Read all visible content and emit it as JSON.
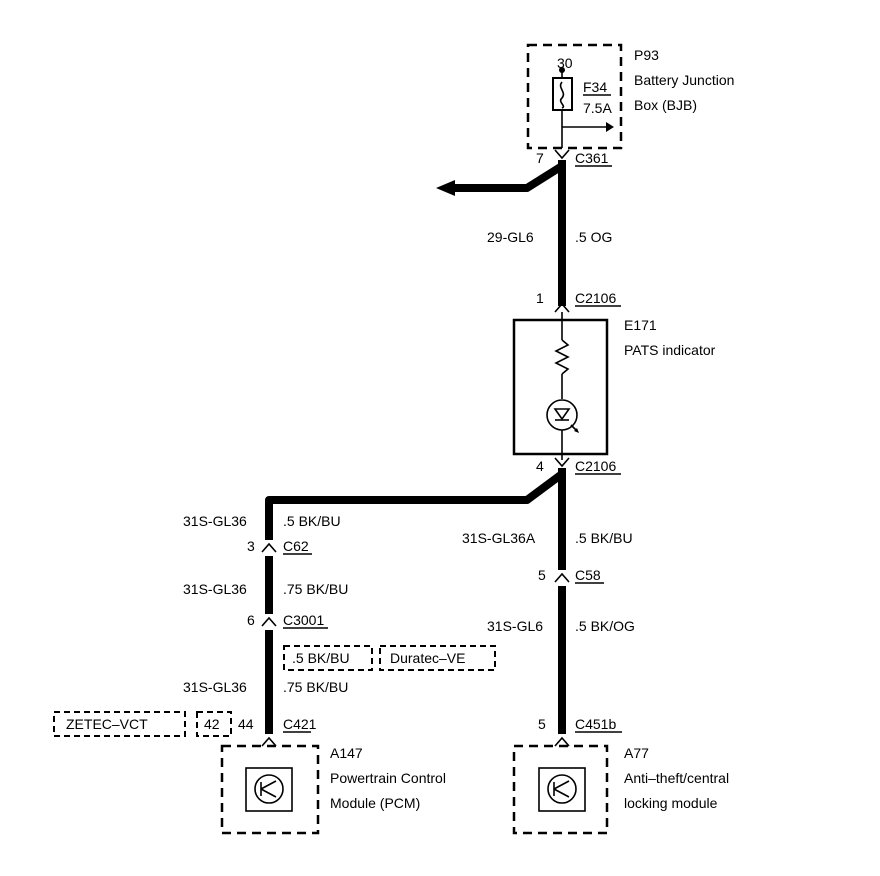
{
  "bjb": {
    "ref": "P93",
    "name_line1": "Battery Junction",
    "name_line2": "Box (BJB)",
    "terminal": "30",
    "fuse": "F34",
    "rating": "7.5A"
  },
  "c361": {
    "pin": "7",
    "connector": "C361"
  },
  "wire_top": {
    "circuit": "29-GL6",
    "spec": ".5 OG"
  },
  "c2106_top": {
    "pin": "1",
    "connector": "C2106"
  },
  "pats": {
    "ref": "E171",
    "name": "PATS indicator"
  },
  "c2106_bottom": {
    "pin": "4",
    "connector": "C2106"
  },
  "left_branch": {
    "wire1": {
      "circuit": "31S-GL36",
      "spec": ".5 BK/BU"
    },
    "c62": {
      "pin": "3",
      "connector": "C62"
    },
    "wire2": {
      "circuit": "31S-GL36",
      "spec": ".75 BK/BU"
    },
    "c3001": {
      "pin": "6",
      "connector": "C3001"
    },
    "option_spec": ".5 BK/BU",
    "option_engine": "Duratec–VE",
    "wire3": {
      "circuit": "31S-GL36",
      "spec": ".75 BK/BU"
    },
    "option_zetec": "ZETEC–VCT",
    "option_pin": "42",
    "c421": {
      "pin": "44",
      "connector": "C421"
    }
  },
  "right_branch": {
    "wire1": {
      "circuit": "31S-GL36A",
      "spec": ".5 BK/BU"
    },
    "c58": {
      "pin": "5",
      "connector": "C58"
    },
    "wire2": {
      "circuit": "31S-GL6",
      "spec": ".5 BK/OG"
    },
    "c451b": {
      "pin": "5",
      "connector": "C451b"
    }
  },
  "pcm": {
    "ref": "A147",
    "name_line1": "Powertrain Control",
    "name_line2": "Module (PCM)"
  },
  "antitheft": {
    "ref": "A77",
    "name_line1": "Anti–theft/central",
    "name_line2": "locking module"
  }
}
